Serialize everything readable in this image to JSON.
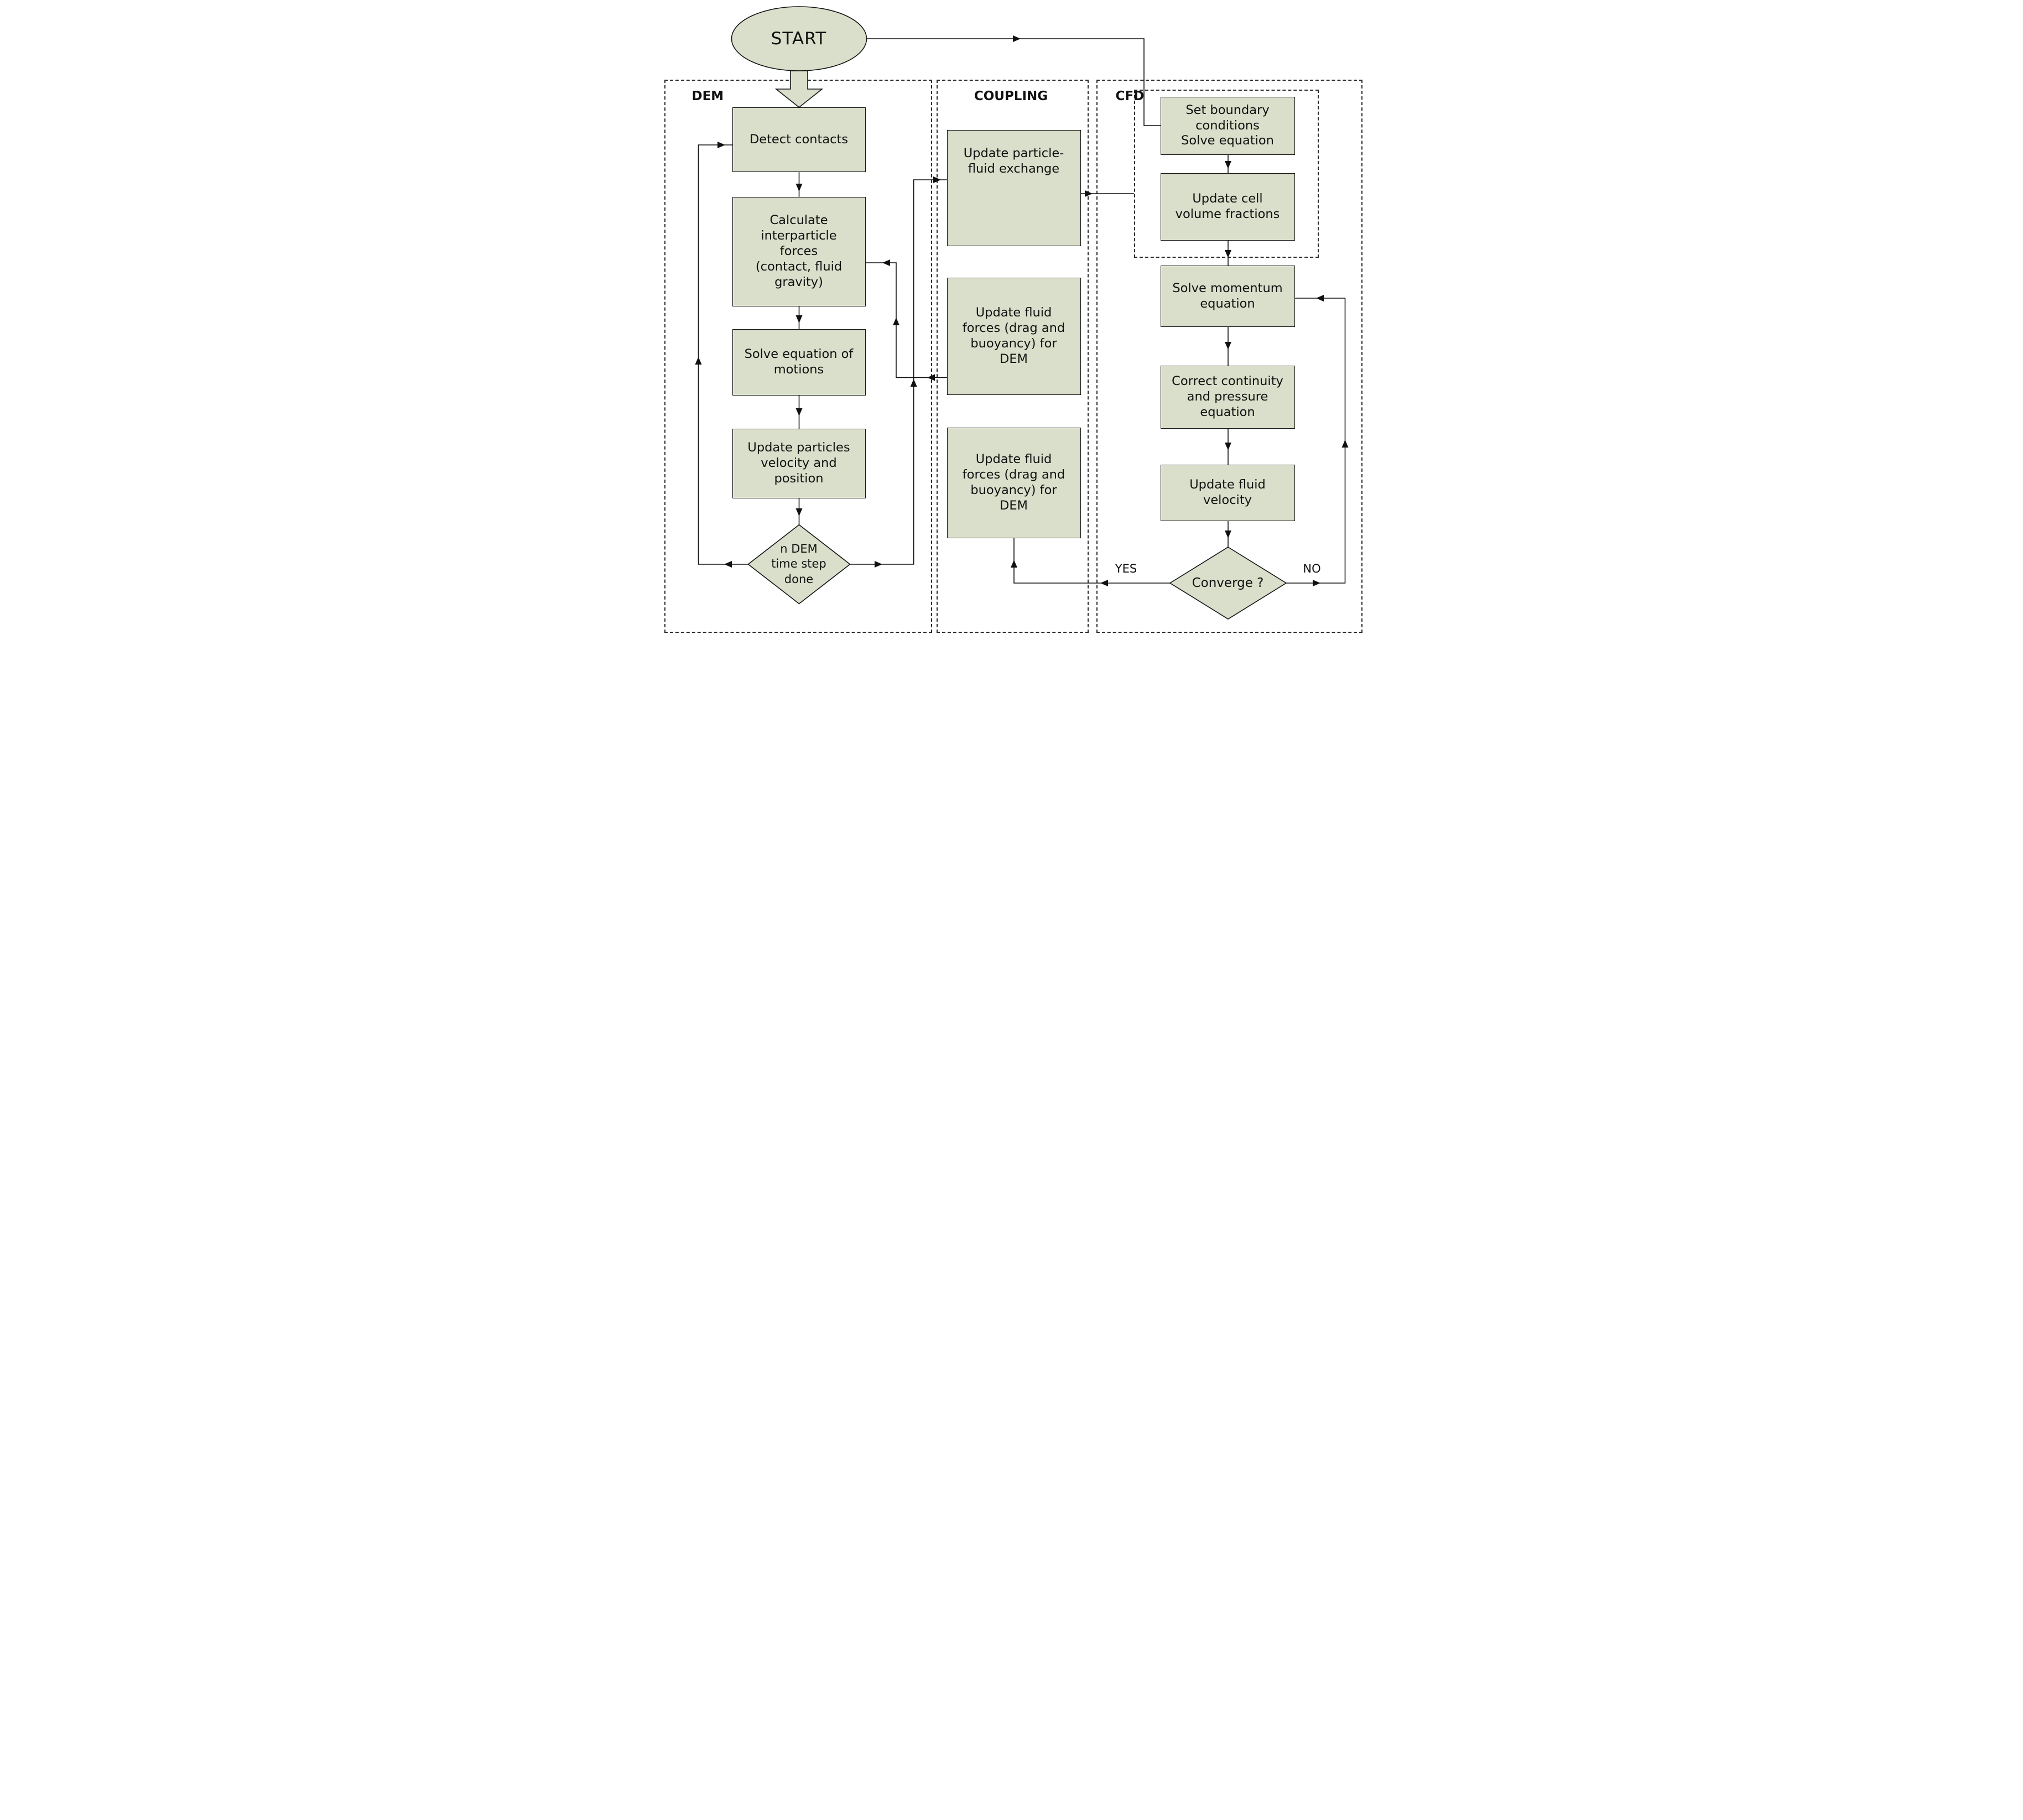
{
  "diagram": {
    "type": "flowchart",
    "colors": {
      "node_fill": "#d9dfca",
      "node_border": "#151515",
      "line": "#111111",
      "background": "#ffffff",
      "text": "#111111"
    },
    "regions": [
      {
        "id": "dem",
        "label": "DEM"
      },
      {
        "id": "coupling",
        "label": "COUPLING"
      },
      {
        "id": "cfd",
        "label": "CFD"
      }
    ],
    "nodes": {
      "start": {
        "label": "START",
        "type": "terminator"
      },
      "detect_contacts": {
        "label": "Detect contacts",
        "type": "process",
        "region": "DEM"
      },
      "calc_forces": {
        "label": "Calculate\ninterparticle\nforces\n(contact, fluid\ngravity)",
        "type": "process",
        "region": "DEM"
      },
      "solve_motion": {
        "label": "Solve equation of\nmotions",
        "type": "process",
        "region": "DEM"
      },
      "update_particles": {
        "label": "Update particles\nvelocity and\nposition",
        "type": "process",
        "region": "DEM"
      },
      "n_dem_done": {
        "label": "n DEM\ntime step\ndone",
        "type": "decision",
        "region": "DEM"
      },
      "update_exchange": {
        "label": "Update particle-\nfluid exchange",
        "type": "process",
        "region": "COUPLING"
      },
      "update_fluid_forces_1": {
        "label": "Update fluid\nforces (drag and\nbuoyancy) for\nDEM",
        "type": "process",
        "region": "COUPLING"
      },
      "update_fluid_forces_2": {
        "label": "Update fluid\nforces (drag and\nbuoyancy) for\nDEM",
        "type": "process",
        "region": "COUPLING"
      },
      "set_boundary": {
        "label": "Set boundary\nconditions\nSolve equation",
        "type": "process",
        "region": "CFD"
      },
      "update_cell": {
        "label": "Update cell\nvolume fractions",
        "type": "process",
        "region": "CFD"
      },
      "solve_momentum": {
        "label": "Solve momentum\nequation",
        "type": "process",
        "region": "CFD"
      },
      "correct_continuity": {
        "label": "Correct continuity\nand pressure\nequation",
        "type": "process",
        "region": "CFD"
      },
      "update_velocity": {
        "label": "Update fluid\nvelocity",
        "type": "process",
        "region": "CFD"
      },
      "converge": {
        "label": "Converge ?",
        "type": "decision",
        "region": "CFD"
      }
    },
    "edge_labels": {
      "yes": "YES",
      "no": "NO"
    },
    "edges": [
      {
        "from": "start",
        "to": "detect_contacts"
      },
      {
        "from": "start",
        "to": "set_boundary"
      },
      {
        "from": "detect_contacts",
        "to": "calc_forces"
      },
      {
        "from": "calc_forces",
        "to": "solve_motion"
      },
      {
        "from": "solve_motion",
        "to": "update_particles"
      },
      {
        "from": "update_particles",
        "to": "n_dem_done"
      },
      {
        "from": "n_dem_done",
        "to": "detect_contacts"
      },
      {
        "from": "n_dem_done",
        "to": "update_exchange"
      },
      {
        "from": "update_exchange",
        "to": "update_cell"
      },
      {
        "from": "set_boundary",
        "to": "update_cell"
      },
      {
        "from": "update_cell",
        "to": "solve_momentum"
      },
      {
        "from": "solve_momentum",
        "to": "correct_continuity"
      },
      {
        "from": "correct_continuity",
        "to": "update_velocity"
      },
      {
        "from": "update_velocity",
        "to": "converge"
      },
      {
        "from": "converge",
        "to": "solve_momentum",
        "label": "NO"
      },
      {
        "from": "converge",
        "to": "update_fluid_forces_2",
        "label": "YES"
      },
      {
        "from": "update_fluid_forces_1",
        "to": "calc_forces"
      }
    ]
  }
}
